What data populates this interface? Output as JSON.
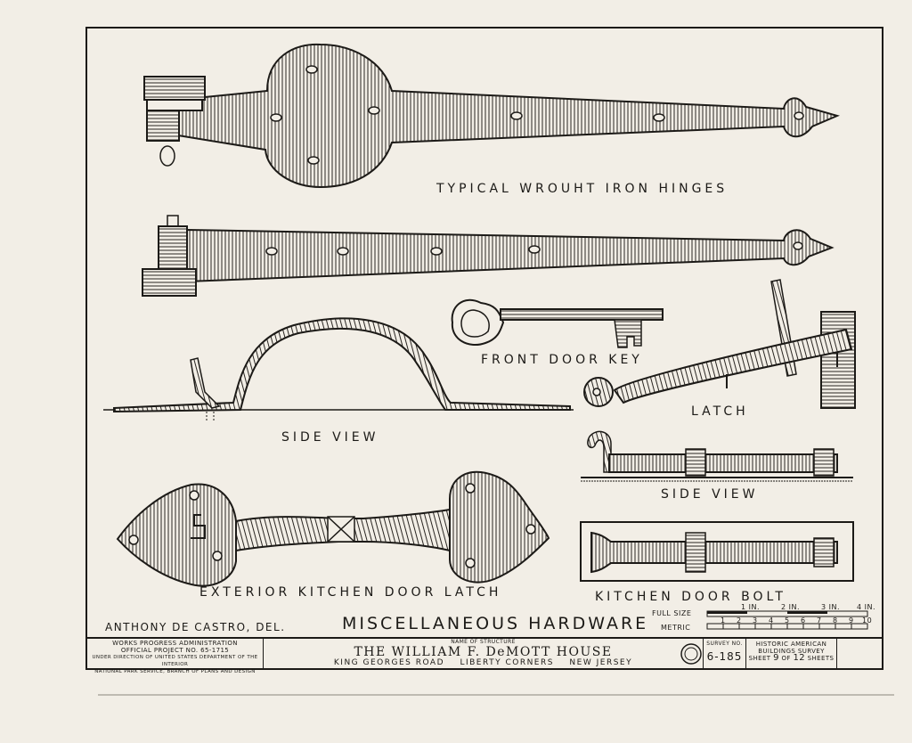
{
  "labels": {
    "hinges": "TYPICAL WROUHT IRON HINGES",
    "key": "FRONT DOOR KEY",
    "latch": "LATCH",
    "side_view_left": "SIDE VIEW",
    "side_view_right": "SIDE VIEW",
    "exterior_latch": "EXTERIOR KITCHEN DOOR LATCH",
    "bolt": "KITCHEN DOOR BOLT"
  },
  "delineator": "ANTHONY DE CASTRO, DEL.",
  "sheet_title": "MISCELLANEOUS HARDWARE",
  "scale": {
    "full_size": "FULL SIZE",
    "metric": "METRIC",
    "inch_ticks": [
      "1 IN.",
      "2 IN.",
      "3 IN.",
      "4 IN."
    ],
    "metric_ticks": [
      "1",
      "2",
      "3",
      "4",
      "5",
      "6",
      "7",
      "8",
      "9",
      "10"
    ]
  },
  "title_block": {
    "agency_line1": "WORKS PROGRESS ADMINISTRATION",
    "agency_line2": "OFFICIAL PROJECT NO. 65-1715",
    "agency_line3": "UNDER DIRECTION OF UNITED STATES DEPARTMENT OF THE INTERIOR",
    "agency_line4": "NATIONAL PARK SERVICE, BRANCH OF PLANS AND DESIGN",
    "name_caption": "NAME OF STRUCTURE",
    "structure": "THE WILLIAM F. DeMOTT HOUSE",
    "road": "KING GEORGES ROAD",
    "town": "LIBERTY CORNERS",
    "state": "NEW JERSEY",
    "survey_caption": "SURVEY NO.",
    "survey_no": "6-185",
    "habs_line1": "HISTORIC AMERICAN",
    "habs_line2": "BUILDINGS SURVEY",
    "sheet_word": "SHEET",
    "sheet_no": "9",
    "of_word": "OF",
    "sheet_total": "12",
    "sheets_word": "SHEETS"
  }
}
